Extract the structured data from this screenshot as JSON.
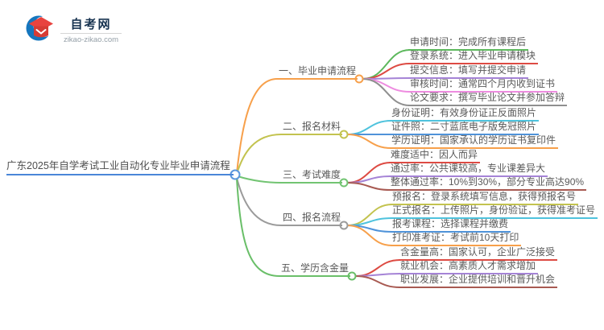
{
  "logo": {
    "title": "自考网",
    "domain": "zikao-zikao.com",
    "colors": {
      "crescent": "#1576be",
      "cap_top": "#e8433f",
      "cap_front": "#d63c35",
      "title": "#16324f",
      "domain": "#95a0a8"
    }
  },
  "root": {
    "label": "广东2025年自学考试工业自动化专业毕业申请流程",
    "color": "#4a86d8"
  },
  "branches": [
    {
      "label": "一、毕业申请流程",
      "color": "#f7a04b",
      "children": [
        {
          "text": "申请时间：完成所有课程后",
          "color": "#5cb85c"
        },
        {
          "text": "登录系统：进入毕业申请模块",
          "color": "#dd4b43"
        },
        {
          "text": "提交信息：填写并提交申请",
          "color": "#a583d6"
        },
        {
          "text": "审核时间：通常四个月内收到证书",
          "color": "#ee8ce0"
        },
        {
          "text": "论文要求：撰写毕业论文并参加答辩",
          "color": "#8f8f8f"
        }
      ]
    },
    {
      "label": "二、报名材料",
      "color": "#c3c34f",
      "children": [
        {
          "text": "身份证明：有效身份证正反面照片",
          "color": "#4fc3dd"
        },
        {
          "text": "证件照：二寸蓝底电子版免冠照片",
          "color": "#4f93d9"
        },
        {
          "text": "学历证明：国家承认的学历证书复印件",
          "color": "#f7a04b"
        }
      ]
    },
    {
      "label": "三、考试难度",
      "color": "#72c472",
      "children": [
        {
          "text": "难度适中：因人而异",
          "color": "#dd4b43"
        },
        {
          "text": "通过率：公共课较高，专业课差异大",
          "color": "#a583d6"
        },
        {
          "text": "整体通过率：10%到30%，部分专业高达90%",
          "color": "#a85a52"
        }
      ]
    },
    {
      "label": "四、报名流程",
      "color": "#9b9b9b",
      "children": [
        {
          "text": "预报名：登录系统填写信息，获得预报名号",
          "color": "#c3c34f"
        },
        {
          "text": "正式报名：上传照片，身份验证，获得准考证号",
          "color": "#4fc3dd"
        },
        {
          "text": "报考课程：选择课程并缴费",
          "color": "#4f93d9"
        },
        {
          "text": "打印准考证：考试前10天打印",
          "color": "#f7a04b"
        }
      ]
    },
    {
      "label": "五、学历含金量",
      "color": "#6abf69",
      "children": [
        {
          "text": "含金量高：国家认可，企业广泛接受",
          "color": "#dd4b43"
        },
        {
          "text": "就业机会：高素质人才需求增加",
          "color": "#a583d6"
        },
        {
          "text": "职业发展：企业提供培训和晋升机会",
          "color": "#a85a52"
        }
      ]
    }
  ]
}
